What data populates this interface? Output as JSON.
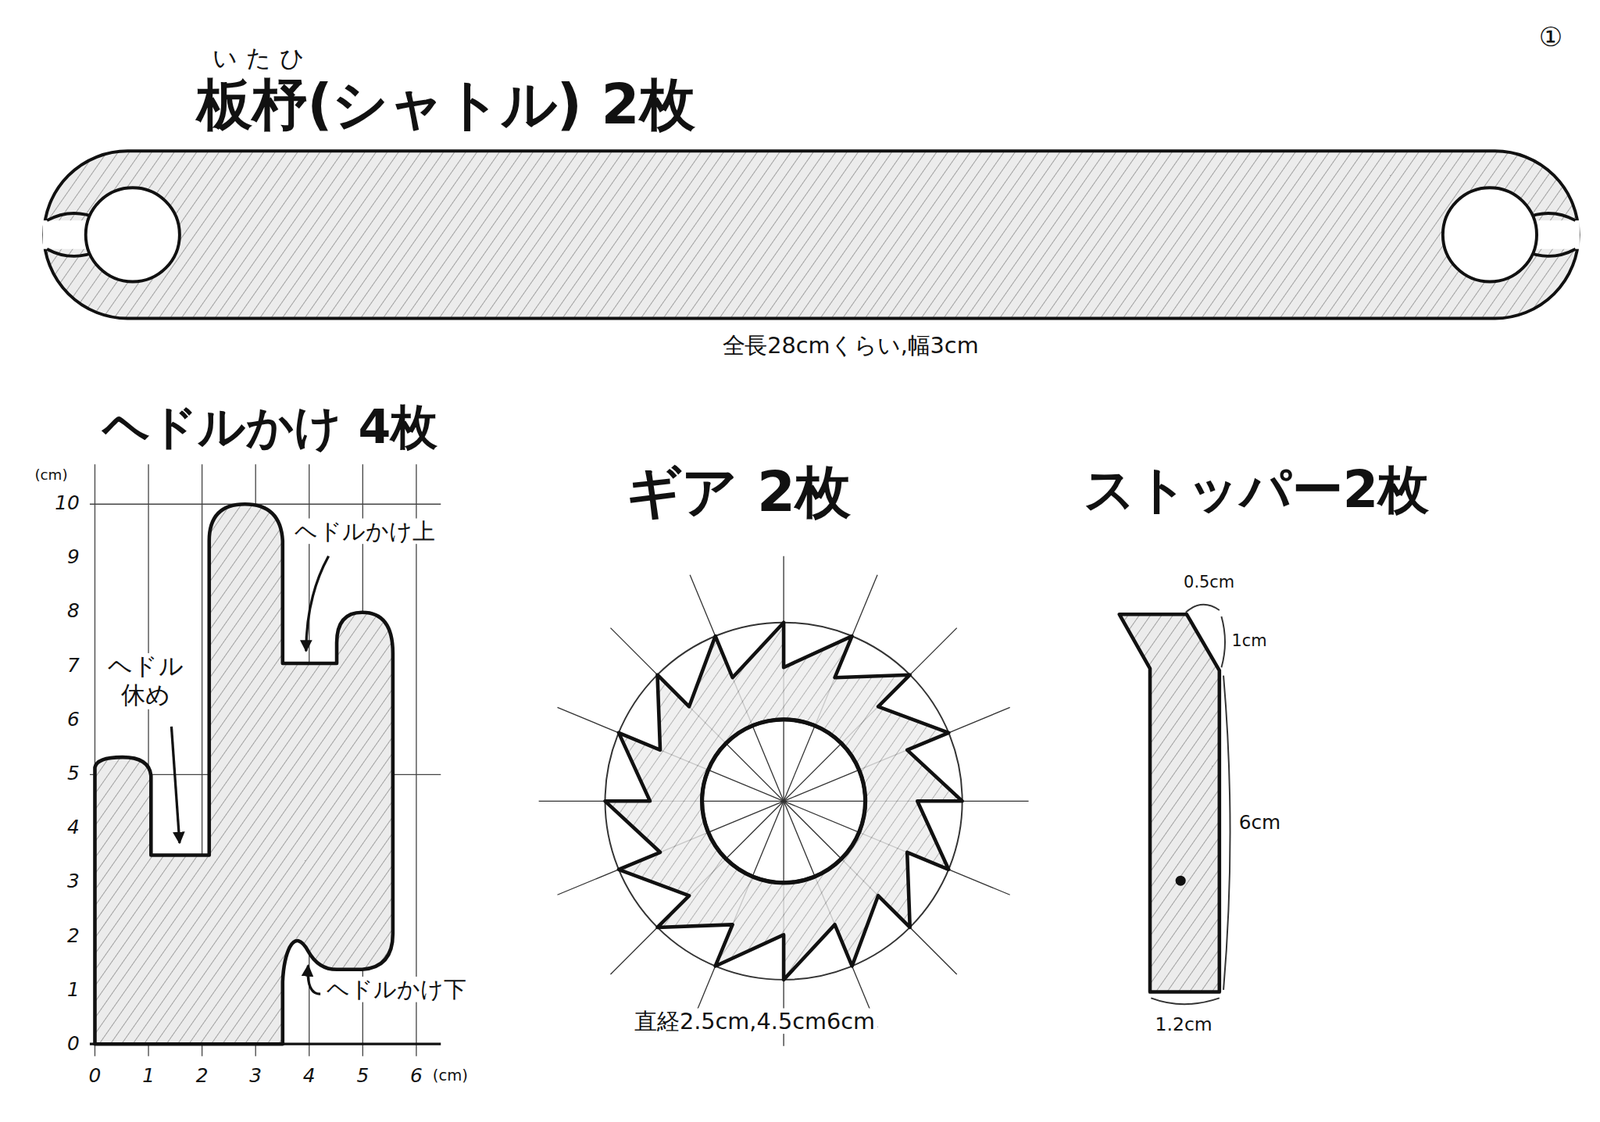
{
  "diagram": {
    "labels": [
      "①",
      "いたひ",
      "板杼(シャトル) 2枚",
      "全長28cmくらい,幅3cm",
      "ヘドルかけ 4枚",
      "(cm)",
      "10",
      "9",
      "8",
      "7",
      "6",
      "5",
      "4",
      "3",
      "2",
      "1",
      "0",
      "ヘドルかけ上",
      "ヘドル 休め",
      "ヘドルかけ下",
      "0",
      "1",
      "2",
      "3",
      "4",
      "5",
      "6",
      "(cm)",
      "ギア 2枚",
      "ストッパー2枚",
      "0.5cm",
      "1cm",
      "6cm",
      "直経2.5cm,4.5cm6cm",
      "1.2cm"
    ]
  }
}
